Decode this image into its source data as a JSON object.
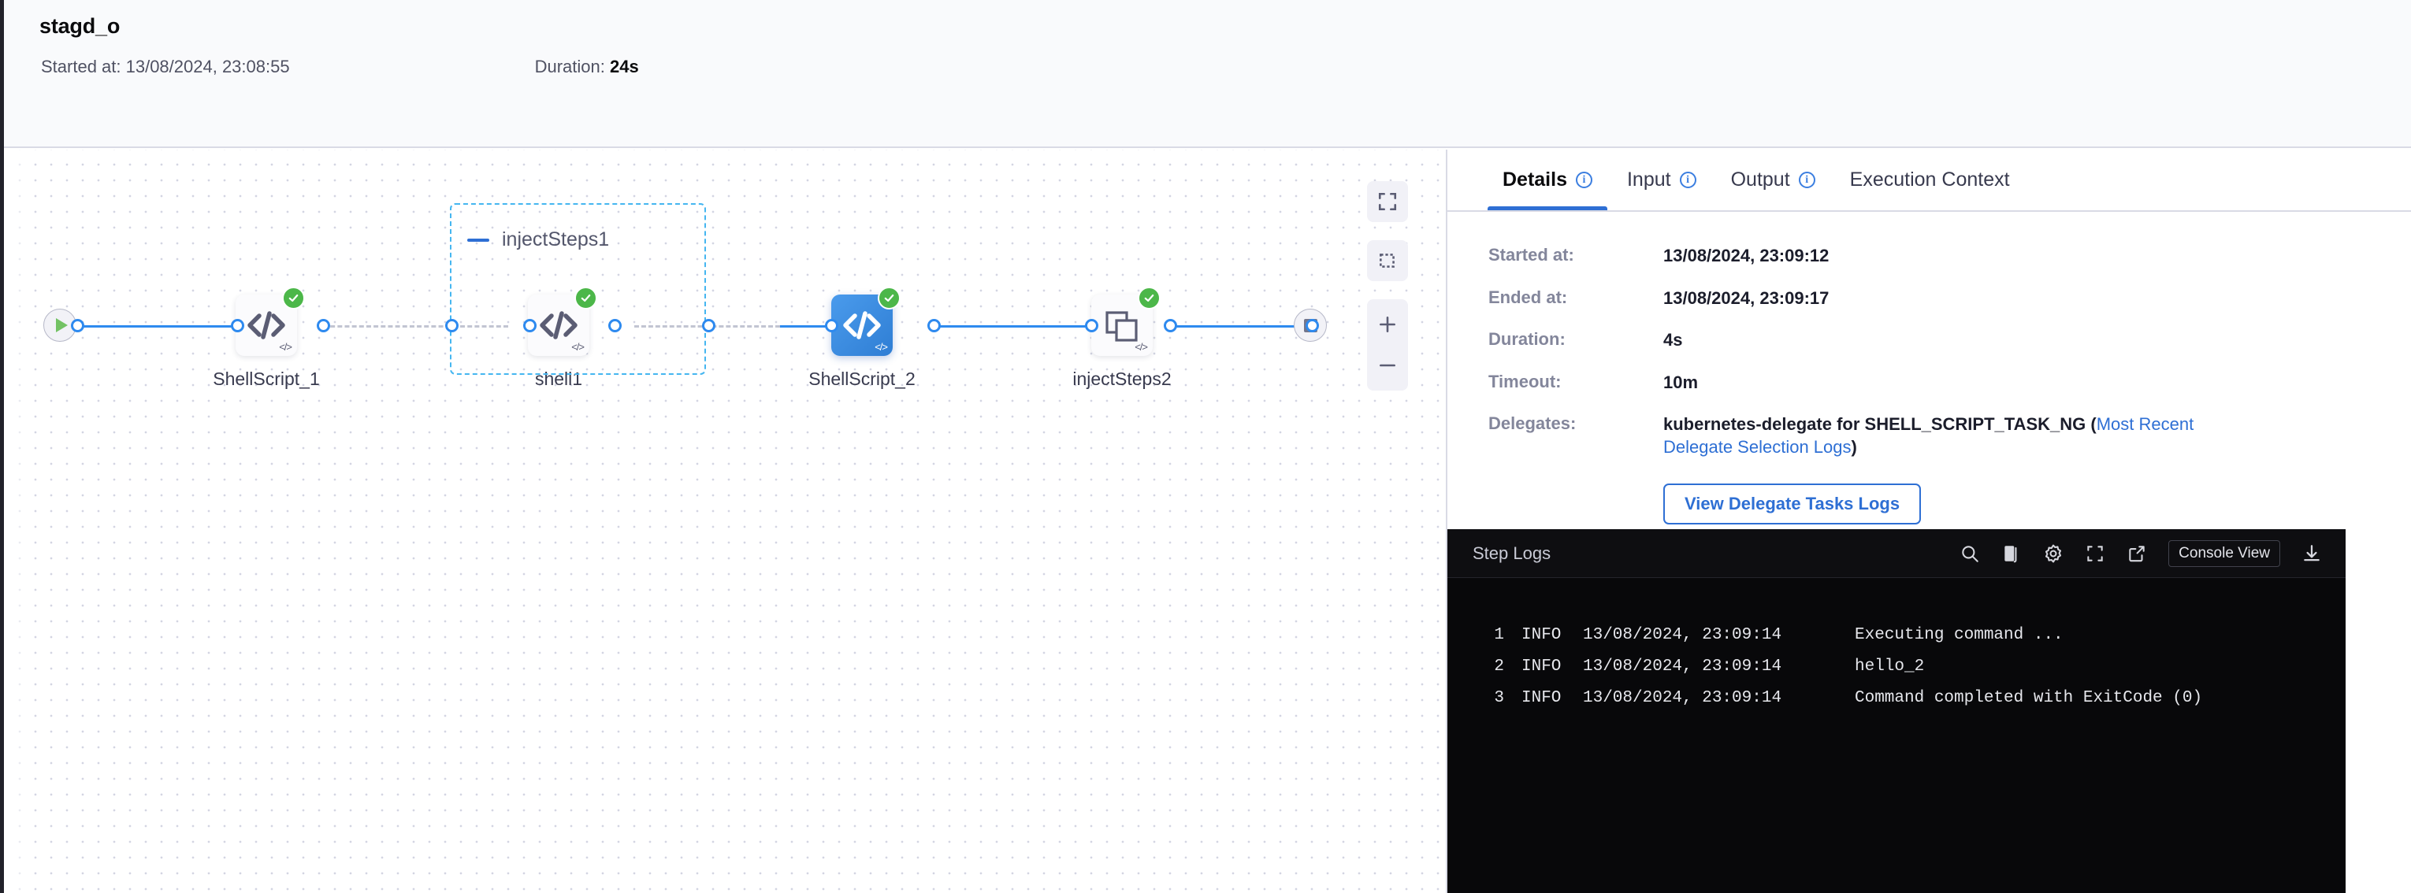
{
  "header": {
    "title": "stagd_o",
    "started_label": "Started at: 13/08/2024, 23:08:55",
    "duration_label": "Duration: ",
    "duration_value": "24s"
  },
  "canvas": {
    "controls": [
      {
        "name": "fit-to-screen-icon",
        "tooltip": "Fit to screen"
      },
      {
        "name": "selection-box-icon",
        "tooltip": "Box select"
      },
      {
        "name": "zoom-in-icon",
        "tooltip": "Zoom in"
      },
      {
        "name": "zoom-out-icon",
        "tooltip": "Zoom out"
      }
    ],
    "start_node": {
      "name": "pipeline-start",
      "icon": "play-icon"
    },
    "end_node": {
      "name": "pipeline-end",
      "icon": "stop-icon"
    },
    "group": {
      "label": "injectSteps1",
      "collapse_icon": "collapse-icon"
    },
    "nodes": [
      {
        "label": "ShellScript_1",
        "status": "success",
        "icon": "shell-script-icon",
        "selected": false
      },
      {
        "label": "shell1",
        "status": "success",
        "icon": "shell-script-icon",
        "selected": false
      },
      {
        "label": "ShellScript_2",
        "status": "success",
        "icon": "shell-script-icon",
        "selected": true
      },
      {
        "label": "injectSteps2",
        "status": "success",
        "icon": "step-group-icon",
        "selected": false
      }
    ]
  },
  "panel": {
    "tabs": [
      {
        "label": "Details",
        "has_info": true,
        "active": true
      },
      {
        "label": "Input",
        "has_info": true,
        "active": false
      },
      {
        "label": "Output",
        "has_info": true,
        "active": false
      },
      {
        "label": "Execution Context",
        "has_info": false,
        "active": false
      }
    ],
    "details": [
      {
        "key": "Started at:",
        "value": "13/08/2024, 23:09:12"
      },
      {
        "key": "Ended at:",
        "value": "13/08/2024, 23:09:17"
      },
      {
        "key": "Duration:",
        "value": "4s"
      },
      {
        "key": "Timeout:",
        "value": "10m"
      }
    ],
    "delegates": {
      "key": "Delegates:",
      "text_before": "kubernetes-delegate for SHELL_SCRIPT_TASK_NG (",
      "link": "Most Recent Delegate Selection Logs",
      "text_after": ")",
      "button": "View Delegate Tasks Logs"
    }
  },
  "logs": {
    "title": "Step Logs",
    "console_button": "Console View",
    "tools": [
      "search-icon",
      "copy-icon",
      "gear-icon",
      "fullscreen-icon",
      "external-link-icon",
      "download-icon"
    ],
    "lines": [
      {
        "no": "1",
        "level": "INFO",
        "ts": "13/08/2024, 23:09:14",
        "msg": "Executing command ..."
      },
      {
        "no": "2",
        "level": "INFO",
        "ts": "13/08/2024, 23:09:14",
        "msg": "hello_2"
      },
      {
        "no": "3",
        "level": "INFO",
        "ts": "13/08/2024, 23:09:14",
        "msg": "Command completed with ExitCode (0)"
      }
    ]
  },
  "colors": {
    "accent_blue": "#2e6fd4",
    "edge_blue": "#2e8aef",
    "success_green": "#4cb749",
    "selected_node": "#2f7ed4",
    "group_border": "#45b6f0",
    "log_bg": "#08080a"
  }
}
